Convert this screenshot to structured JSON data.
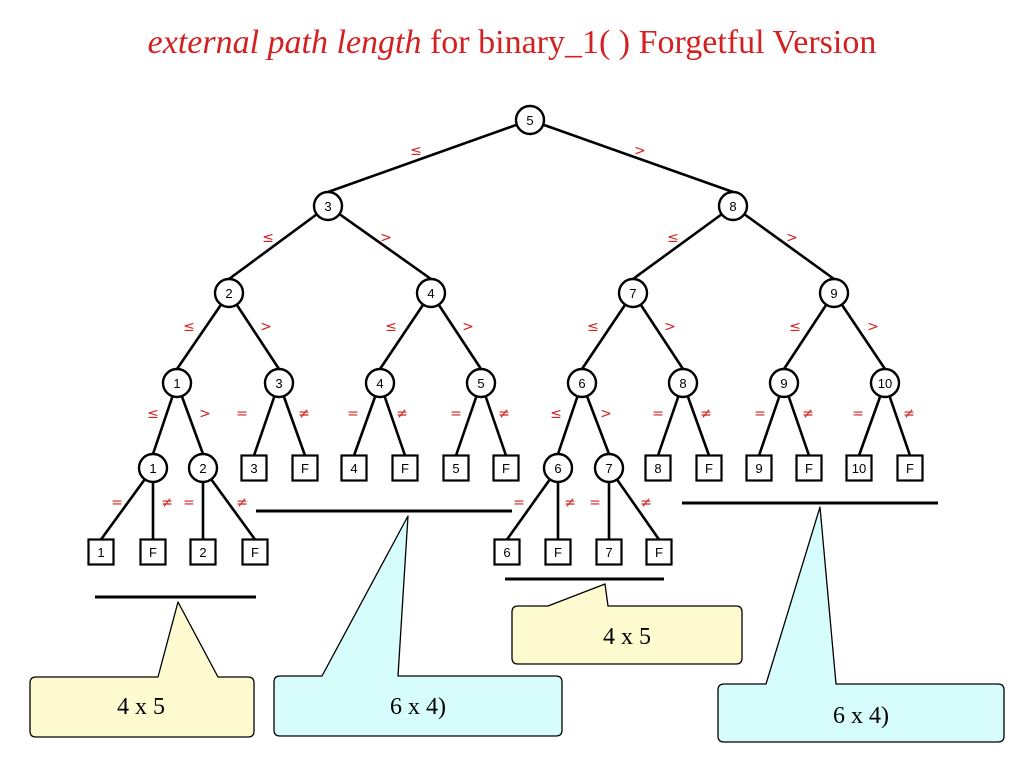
{
  "title": {
    "italic": "external path length",
    "rest": " for binary_1( ) Forgetful Version"
  },
  "colors": {
    "accent": "#d42020",
    "callout_yellow": "#fffbd0",
    "callout_cyan": "#d6fcfc"
  },
  "tree": {
    "internal_nodes": [
      {
        "id": "n5",
        "label": "5"
      },
      {
        "id": "n3",
        "label": "3"
      },
      {
        "id": "n8",
        "label": "8"
      },
      {
        "id": "n2",
        "label": "2"
      },
      {
        "id": "n4",
        "label": "4"
      },
      {
        "id": "n7",
        "label": "7"
      },
      {
        "id": "n9",
        "label": "9"
      },
      {
        "id": "n1a",
        "label": "1"
      },
      {
        "id": "n3b",
        "label": "3"
      },
      {
        "id": "n4b",
        "label": "4"
      },
      {
        "id": "n5b",
        "label": "5"
      },
      {
        "id": "n6a",
        "label": "6"
      },
      {
        "id": "n8b",
        "label": "8"
      },
      {
        "id": "n9b",
        "label": "9"
      },
      {
        "id": "n10",
        "label": "10"
      },
      {
        "id": "n1b",
        "label": "1"
      },
      {
        "id": "n2b",
        "label": "2"
      },
      {
        "id": "n6b",
        "label": "6"
      },
      {
        "id": "n7b",
        "label": "7"
      }
    ],
    "leaves": [
      {
        "id": "l3",
        "label": "3"
      },
      {
        "id": "l3F",
        "label": "F"
      },
      {
        "id": "l4",
        "label": "4"
      },
      {
        "id": "l4F",
        "label": "F"
      },
      {
        "id": "l5",
        "label": "5"
      },
      {
        "id": "l5F",
        "label": "F"
      },
      {
        "id": "l8",
        "label": "8"
      },
      {
        "id": "l8F",
        "label": "F"
      },
      {
        "id": "l9",
        "label": "9"
      },
      {
        "id": "l9F",
        "label": "F"
      },
      {
        "id": "l10",
        "label": "10"
      },
      {
        "id": "l10F",
        "label": "F"
      },
      {
        "id": "l1",
        "label": "1"
      },
      {
        "id": "l1F",
        "label": "F"
      },
      {
        "id": "l2",
        "label": "2"
      },
      {
        "id": "l2F",
        "label": "F"
      },
      {
        "id": "l6",
        "label": "6"
      },
      {
        "id": "l6F",
        "label": "F"
      },
      {
        "id": "l7",
        "label": "7"
      },
      {
        "id": "l7F",
        "label": "F"
      }
    ],
    "edge_labels": {
      "le": "≤",
      "gt": ">",
      "eq": "=",
      "ne": "≠"
    }
  },
  "callouts": [
    {
      "id": "c1",
      "text": "4 x 5"
    },
    {
      "id": "c2",
      "text": "6 x 4)"
    },
    {
      "id": "c3",
      "text": "4 x 5"
    },
    {
      "id": "c4",
      "text": "6 x 4)"
    }
  ]
}
